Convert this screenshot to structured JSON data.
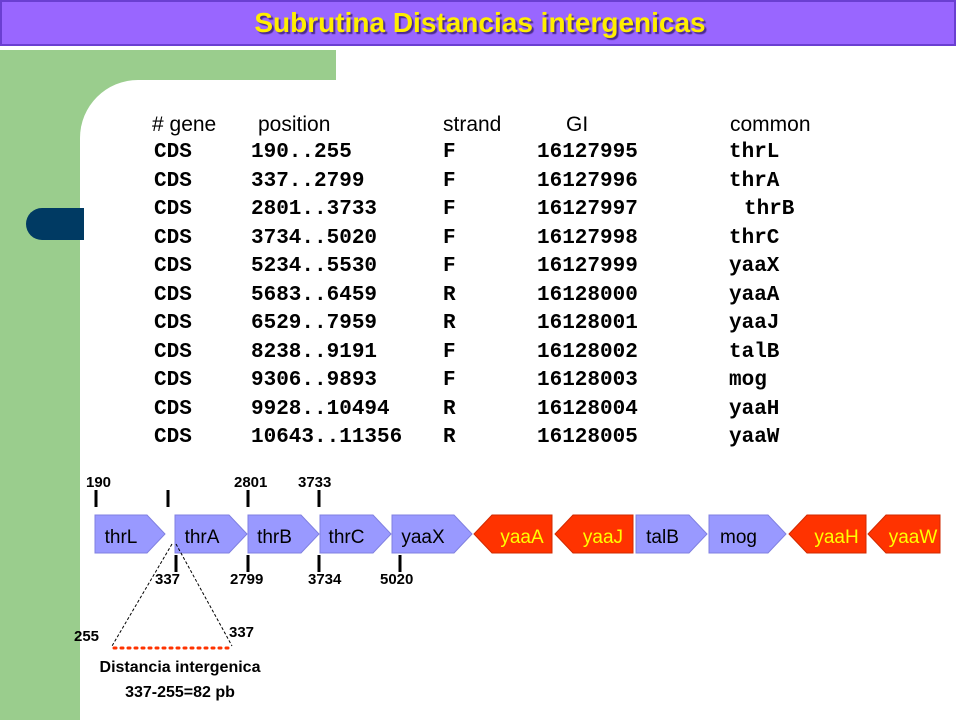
{
  "title": "Subrutina Distancias intergenicas",
  "table": {
    "headers": [
      "# gene",
      "position",
      "strand",
      "GI",
      "common"
    ],
    "rows": [
      [
        "CDS",
        "190..255",
        "F",
        "16127995",
        "thrL"
      ],
      [
        "CDS",
        "337..2799",
        "F",
        "16127996",
        "thrA"
      ],
      [
        "CDS",
        "2801..3733",
        "F",
        "16127997",
        "thrB"
      ],
      [
        "CDS",
        "3734..5020",
        "F",
        "16127998",
        "thrC"
      ],
      [
        "CDS",
        "5234..5530",
        "F",
        "16127999",
        "yaaX"
      ],
      [
        "CDS",
        "5683..6459",
        "R",
        "16128000",
        "yaaA"
      ],
      [
        "CDS",
        "6529..7959",
        "R",
        "16128001",
        "yaaJ"
      ],
      [
        "CDS",
        "8238..9191",
        "F",
        "16128002",
        "talB"
      ],
      [
        "CDS",
        "9306..9893",
        "F",
        "16128003",
        "mog"
      ],
      [
        "CDS",
        "9928..10494",
        "R",
        "16128004",
        "yaaH"
      ],
      [
        "CDS",
        "10643..11356",
        "R",
        "16128005",
        "yaaW"
      ]
    ]
  },
  "genes": [
    {
      "name": "thrL",
      "strand": "F"
    },
    {
      "name": "thrA",
      "strand": "F"
    },
    {
      "name": "thrB",
      "strand": "F"
    },
    {
      "name": "thrC",
      "strand": "F"
    },
    {
      "name": "yaaX",
      "strand": "F"
    },
    {
      "name": "yaaA",
      "strand": "R"
    },
    {
      "name": "yaaJ",
      "strand": "R"
    },
    {
      "name": "talB",
      "strand": "F"
    },
    {
      "name": "mog",
      "strand": "F"
    },
    {
      "name": "yaaH",
      "strand": "R"
    },
    {
      "name": "yaaW",
      "strand": "R"
    }
  ],
  "top_labels": [
    "190",
    "2801",
    "3733"
  ],
  "bottom_labels": [
    "337",
    "2799",
    "3734",
    "5020"
  ],
  "zoom": {
    "left": "255",
    "right": "337"
  },
  "caption": {
    "line1": "Distancia intergenica",
    "line2": "337-255=82 pb"
  },
  "colors": {
    "forward": "#9999ff",
    "reverse": "#ff3300",
    "forward_text": "#000000",
    "reverse_text": "#ffff00",
    "title_bg": "#9966ff",
    "title_text": "#ffee00",
    "green": "#9acd8d",
    "tab": "#003a63"
  }
}
